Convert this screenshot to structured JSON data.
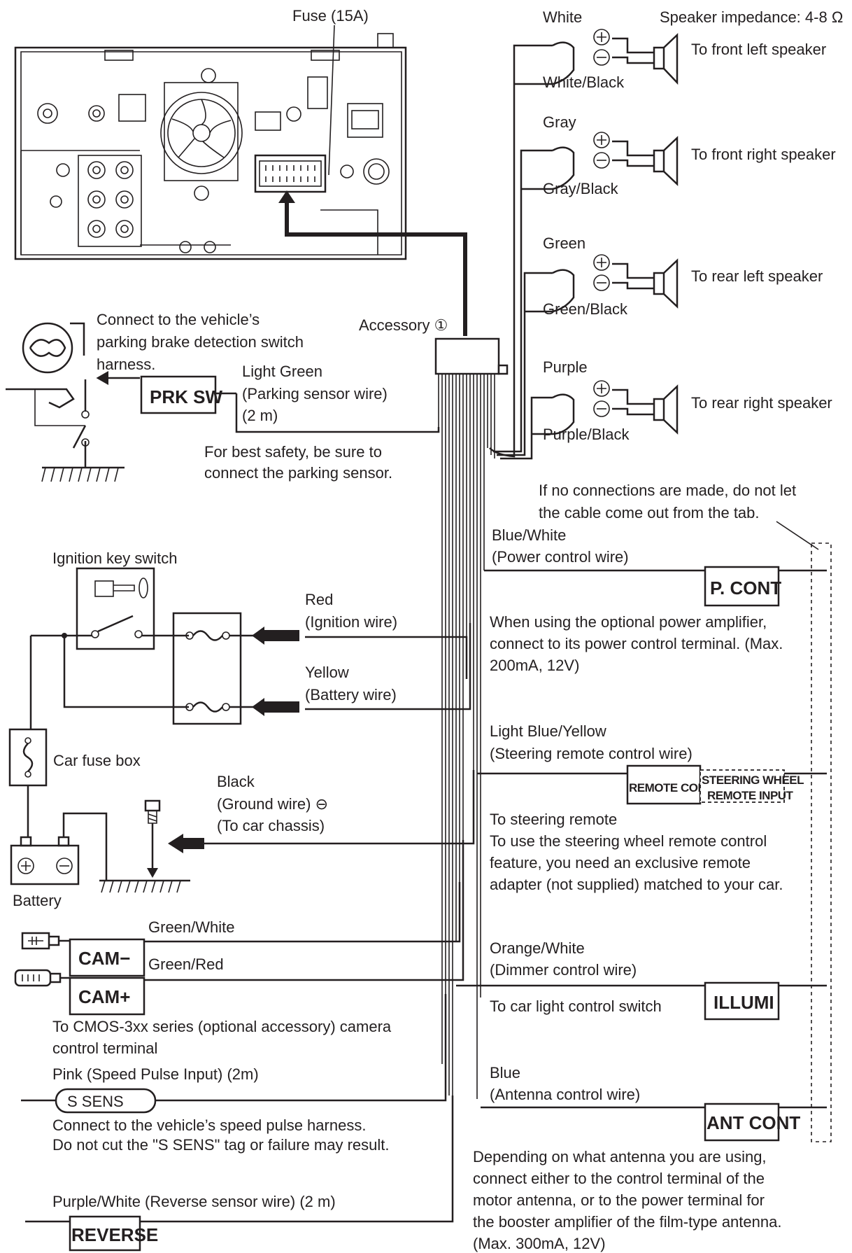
{
  "top": {
    "fuse": "Fuse (15A)",
    "white": "White",
    "speaker_impedance": "Speaker impedance: 4-8 Ω",
    "front_left": "To front left speaker",
    "white_black": "White/Black",
    "gray": "Gray",
    "front_right": "To front right speaker",
    "gray_black": "Gray/Black",
    "green": "Green",
    "rear_left": "To rear left speaker",
    "green_black": "Green/Black",
    "purple": "Purple",
    "rear_right": "To rear right speaker",
    "purple_black": "Purple/Black",
    "accessory": "Accessory ①"
  },
  "parking": {
    "desc1": "Connect to the vehicle’s",
    "desc2": "parking brake detection switch",
    "desc3": "harness.",
    "tag": "PRK SW",
    "wire1": "Light Green",
    "wire2": "(Parking sensor wire)",
    "wire3": "(2 m)",
    "safety1": "For best safety, be sure to",
    "safety2": "connect the parking sensor."
  },
  "tab_note": {
    "line1": "If no connections are made, do not let",
    "line2": "the cable come out from the tab."
  },
  "pcont": {
    "wire1": "Blue/White",
    "wire2": "(Power control wire)",
    "tag": "P. CONT",
    "note1": "When using the optional power amplifier,",
    "note2": "connect to its power control terminal. (Max.",
    "note3": "200mA, 12V)"
  },
  "ignition": {
    "label": "Ignition key switch",
    "red": "Red",
    "red_desc": "(Ignition wire)",
    "yellow": "Yellow",
    "yellow_desc": "(Battery wire)",
    "fusebox": "Car fuse box",
    "black": "Black",
    "ground": "(Ground wire) ⊖",
    "chassis": "(To car chassis)",
    "battery": "Battery"
  },
  "steering": {
    "wire1": "Light Blue/Yellow",
    "wire2": "(Steering remote control wire)",
    "tag": "REMOTE CONT",
    "input1": "STEERING WHEEL",
    "input2": "REMOTE INPUT",
    "note1": "To steering remote",
    "note2": "To use the steering wheel remote control",
    "note3": "feature, you need an exclusive remote",
    "note4": "adapter (not supplied) matched to your car."
  },
  "camera": {
    "green_white": "Green/White",
    "cam_minus": "CAM−",
    "green_red": "Green/Red",
    "cam_plus": "CAM+",
    "note1": "To CMOS-3xx series (optional accessory) camera",
    "note2": "control terminal"
  },
  "illumi": {
    "wire1": "Orange/White",
    "wire2": "(Dimmer control wire)",
    "note": "To car light control switch",
    "tag": "ILLUMI"
  },
  "speed": {
    "wire": "Pink (Speed Pulse Input) (2m)",
    "tag": "S   SENS",
    "note1": "Connect to the vehicle’s speed pulse harness.",
    "note2": "Do not cut the \"S SENS\" tag or failure may result."
  },
  "antenna": {
    "wire1": "Blue",
    "wire2": "(Antenna control wire)",
    "tag": "ANT CONT",
    "note1": "Depending on what antenna you are using,",
    "note2": "connect either to the control terminal of the",
    "note3": "motor antenna, or to the power terminal for",
    "note4": "the booster amplifier of the film-type antenna.",
    "note5": "(Max. 300mA, 12V)"
  },
  "reverse": {
    "wire": "Purple/White (Reverse sensor wire) (2 m)",
    "tag": "REVERSE"
  }
}
